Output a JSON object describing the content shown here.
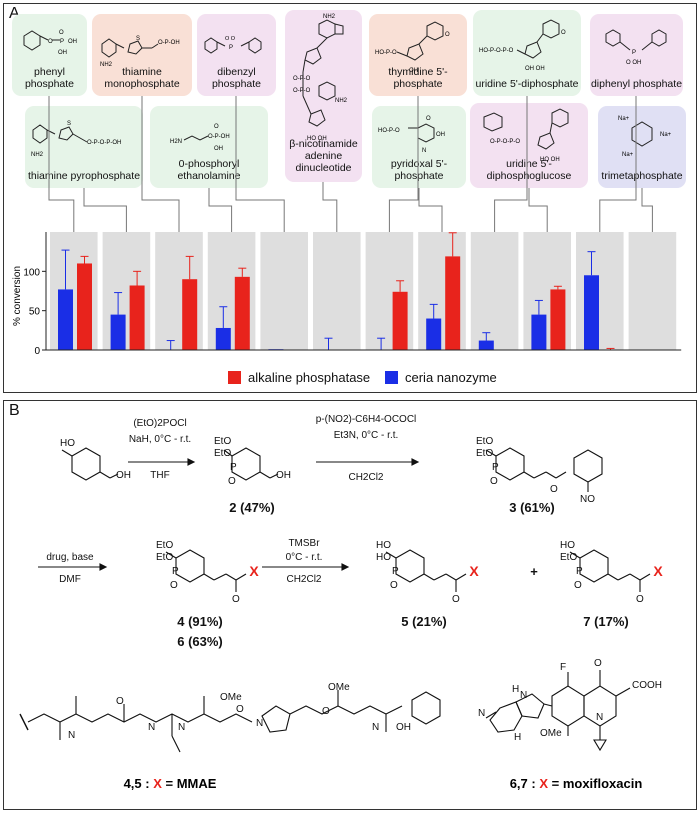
{
  "panel_a": {
    "letter": "A",
    "substrates_top": [
      {
        "label": "phenyl phosphate",
        "color": "#e6f4e8"
      },
      {
        "label": "thiamine monophosphate",
        "color": "#f9e0d6"
      },
      {
        "label": "dibenzyl phosphate",
        "color": "#f3e1f1"
      },
      {
        "label": "β-nicotinamide adenine dinucleotide",
        "color": "#f3e1f1"
      },
      {
        "label": "thymidine 5'-phosphate",
        "color": "#f9e0d6"
      },
      {
        "label": "uridine 5'-diphosphate",
        "color": "#e6f4e8"
      },
      {
        "label": "diphenyl phosphate",
        "color": "#f3e1f1"
      }
    ],
    "substrates_bottom": [
      {
        "label": "thiamine pyrophosphate",
        "color": "#e6f4e8"
      },
      {
        "label": "0-phosphoryl ethanolamine",
        "color": "#e6f4e8"
      },
      {
        "label": "pyridoxal 5'-phosphate",
        "color": "#e6f4e8"
      },
      {
        "label": "uridine 5'-diphosphoglucose",
        "color": "#f3e1f1"
      },
      {
        "label": "trimetaphosphate",
        "color": "#e0e0f4"
      }
    ],
    "legend": [
      {
        "label": "alkaline phosphatase",
        "color": "#e8231c"
      },
      {
        "label": "ceria nanozyme",
        "color": "#1a2ee6"
      }
    ]
  },
  "chart_data": {
    "type": "bar",
    "ylabel": "% conversion",
    "ylim": [
      0,
      150
    ],
    "yticks": [
      "0",
      "50",
      "100"
    ],
    "categories": [
      "phenyl phosphate",
      "thiamine pyrophosphate",
      "thiamine monophosphate",
      "0-phosphoryl ethanolamine",
      "dibenzyl phosphate",
      "β-nicotinamide adenine dinucleotide",
      "thymidine 5'-phosphate",
      "pyridoxal 5'-phosphate",
      "uridine 5'-diphosphate",
      "uridine 5'-diphosphoglucose",
      "diphenyl phosphate",
      "trimetaphosphate"
    ],
    "series": [
      {
        "name": "ceria nanozyme",
        "color": "#1a2ee6",
        "values": [
          77,
          45,
          0,
          28,
          1,
          0,
          0,
          40,
          12,
          45,
          95,
          0
        ],
        "errors": [
          50,
          28,
          12,
          27,
          0,
          15,
          15,
          18,
          10,
          18,
          30,
          0
        ]
      },
      {
        "name": "alkaline phosphatase",
        "color": "#e8231c",
        "values": [
          110,
          82,
          90,
          93,
          0,
          0,
          74,
          119,
          0,
          77,
          0,
          0
        ],
        "errors": [
          9,
          18,
          29,
          11,
          0,
          0,
          14,
          30,
          0,
          4,
          2,
          0
        ]
      }
    ]
  },
  "panel_b": {
    "letter": "B",
    "step1_reagents": [
      "(EtO)2POCl",
      "NaH, 0°C - r.t.",
      "THF"
    ],
    "step2_reagents": [
      "p-(NO2)-C6H4-OCOCl",
      "Et3N, 0°C - r.t.",
      "CH2Cl2"
    ],
    "step3_reagents": [
      "drug, base",
      "DMF"
    ],
    "step4_reagents": [
      "TMSBr",
      "0°C - r.t.",
      "CH2Cl2"
    ],
    "compound_2": "2 (47%)",
    "compound_3": "3 (61%)",
    "compound_4": "4 (91%)",
    "compound_6": "6 (63%)",
    "compound_5": "5 (21%)",
    "compound_7": "7 (17%)",
    "plus": "+",
    "x_mark": "X",
    "mmae_caption": {
      "prefix": "4,5 : ",
      "x": "X",
      "suffix": " = MMAE"
    },
    "moxi_caption": {
      "prefix": "6,7 : ",
      "x": "X",
      "suffix": " = moxifloxacin"
    }
  }
}
